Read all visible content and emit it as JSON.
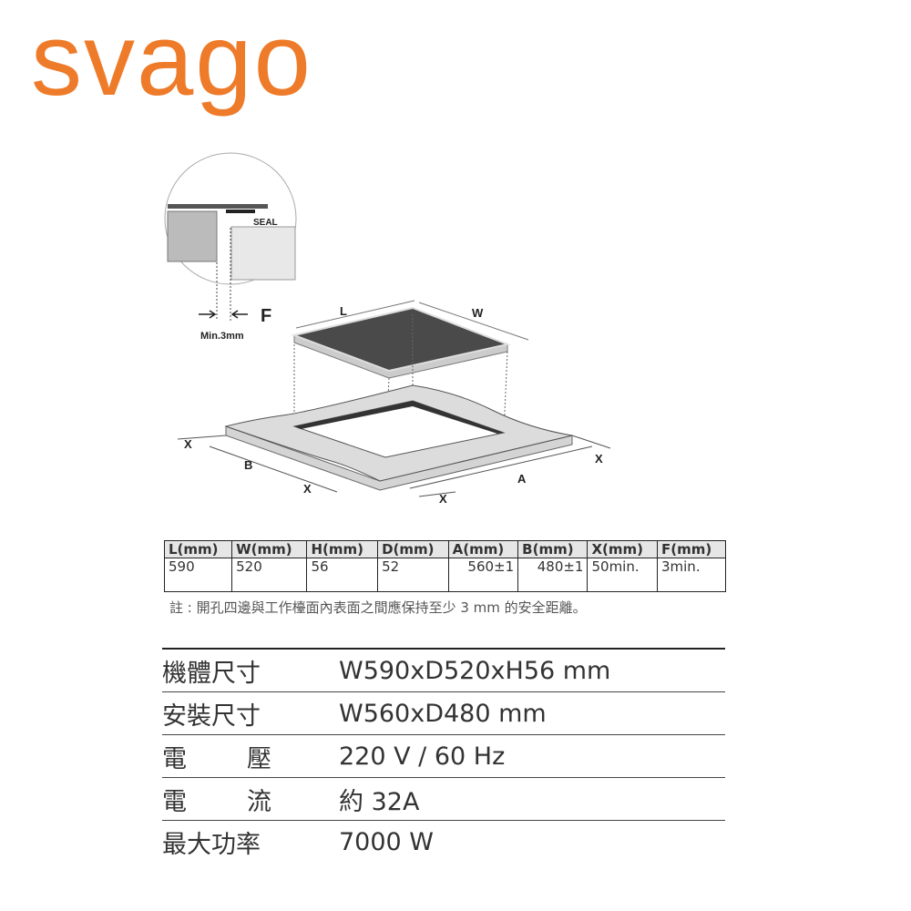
{
  "brand": {
    "logo_text": "svago",
    "color": "#EE7B2A"
  },
  "diagram": {
    "seal": "SEAL",
    "f": "F",
    "min_gap": "Min.3mm",
    "l": "L",
    "w": "W",
    "a": "A",
    "b": "B",
    "x": "X"
  },
  "dimensions_table": {
    "headers": [
      "L(mm)",
      "W(mm)",
      "H(mm)",
      "D(mm)",
      "A(mm)",
      "B(mm)",
      "X(mm)",
      "F(mm)"
    ],
    "values": [
      "590",
      "520",
      "56",
      "52",
      "560±1",
      "480±1",
      "50min.",
      "3min."
    ]
  },
  "note": "註 : 開孔四邊與工作檯面內表面之間應保持至少 3 mm 的安全距離。",
  "specs": [
    {
      "label": "機體尺寸",
      "value": "W590xD520xH56 mm"
    },
    {
      "label": "安裝尺寸",
      "value": "W560xD480 mm"
    },
    {
      "label_a": "電",
      "label_b": "壓",
      "value": "220 V / 60 Hz"
    },
    {
      "label_a": "電",
      "label_b": "流",
      "value": "約 32A"
    },
    {
      "label": "最大功率",
      "value": "7000 W"
    }
  ]
}
